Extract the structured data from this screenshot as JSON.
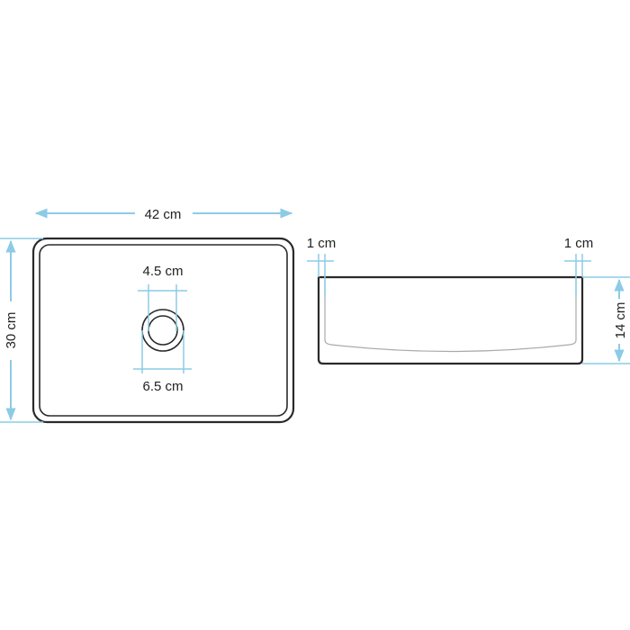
{
  "top_view": {
    "width_label": "42 cm",
    "depth_label": "30 cm",
    "drain_inner_label": "4.5 cm",
    "drain_outer_label": "6.5 cm"
  },
  "side_view": {
    "left_wall_label": "1 cm",
    "right_wall_label": "1 cm",
    "height_label": "14 cm"
  },
  "colors": {
    "dimension": "#8ccbe6",
    "outline": "#2a2a2a"
  }
}
